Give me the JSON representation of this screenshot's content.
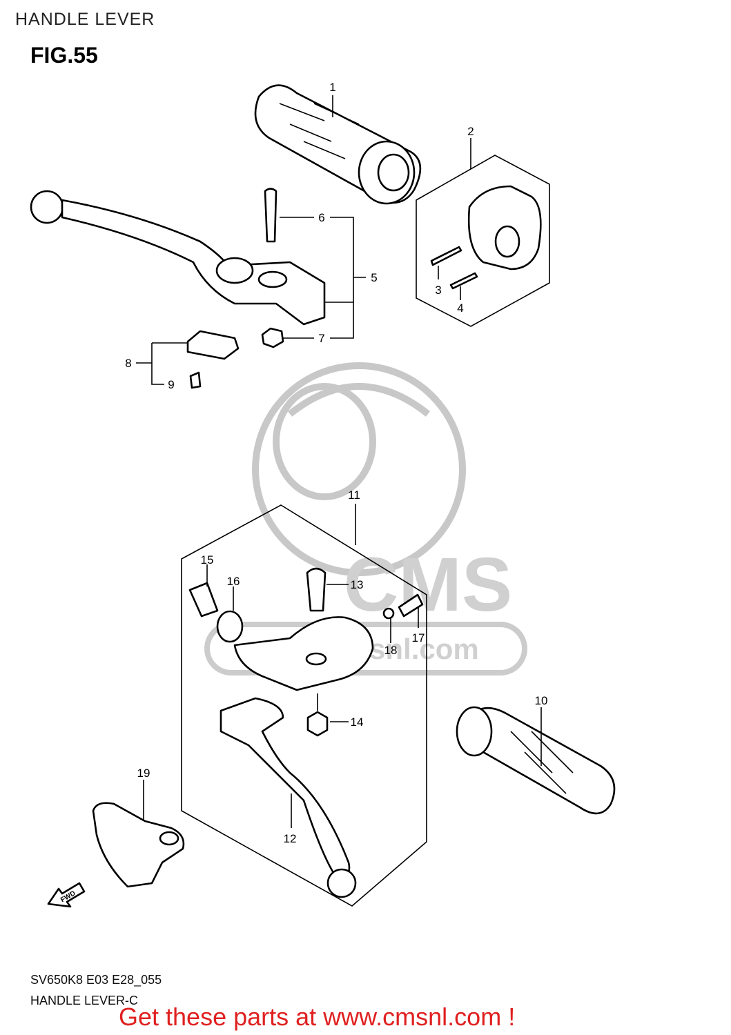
{
  "header": {
    "title": "HANDLE LEVER"
  },
  "figure": {
    "label": "FIG.55"
  },
  "watermark": {
    "logo_text": "CMS",
    "site_text": "www.cmsnl.com"
  },
  "direction_arrow": {
    "label": "FWD"
  },
  "callouts": [
    "1",
    "2",
    "3",
    "4",
    "5",
    "6",
    "7",
    "8",
    "9",
    "10",
    "11",
    "12",
    "13",
    "14",
    "15",
    "16",
    "17",
    "18",
    "19"
  ],
  "footer": {
    "model_code": "SV650K8 E03 E28_055",
    "subtitle": "HANDLE LEVER-C",
    "cta": "Get these parts at www.cmsnl.com !"
  },
  "colors": {
    "cta": "#e02020",
    "watermark": "#c8c8c8",
    "line": "#000000"
  }
}
